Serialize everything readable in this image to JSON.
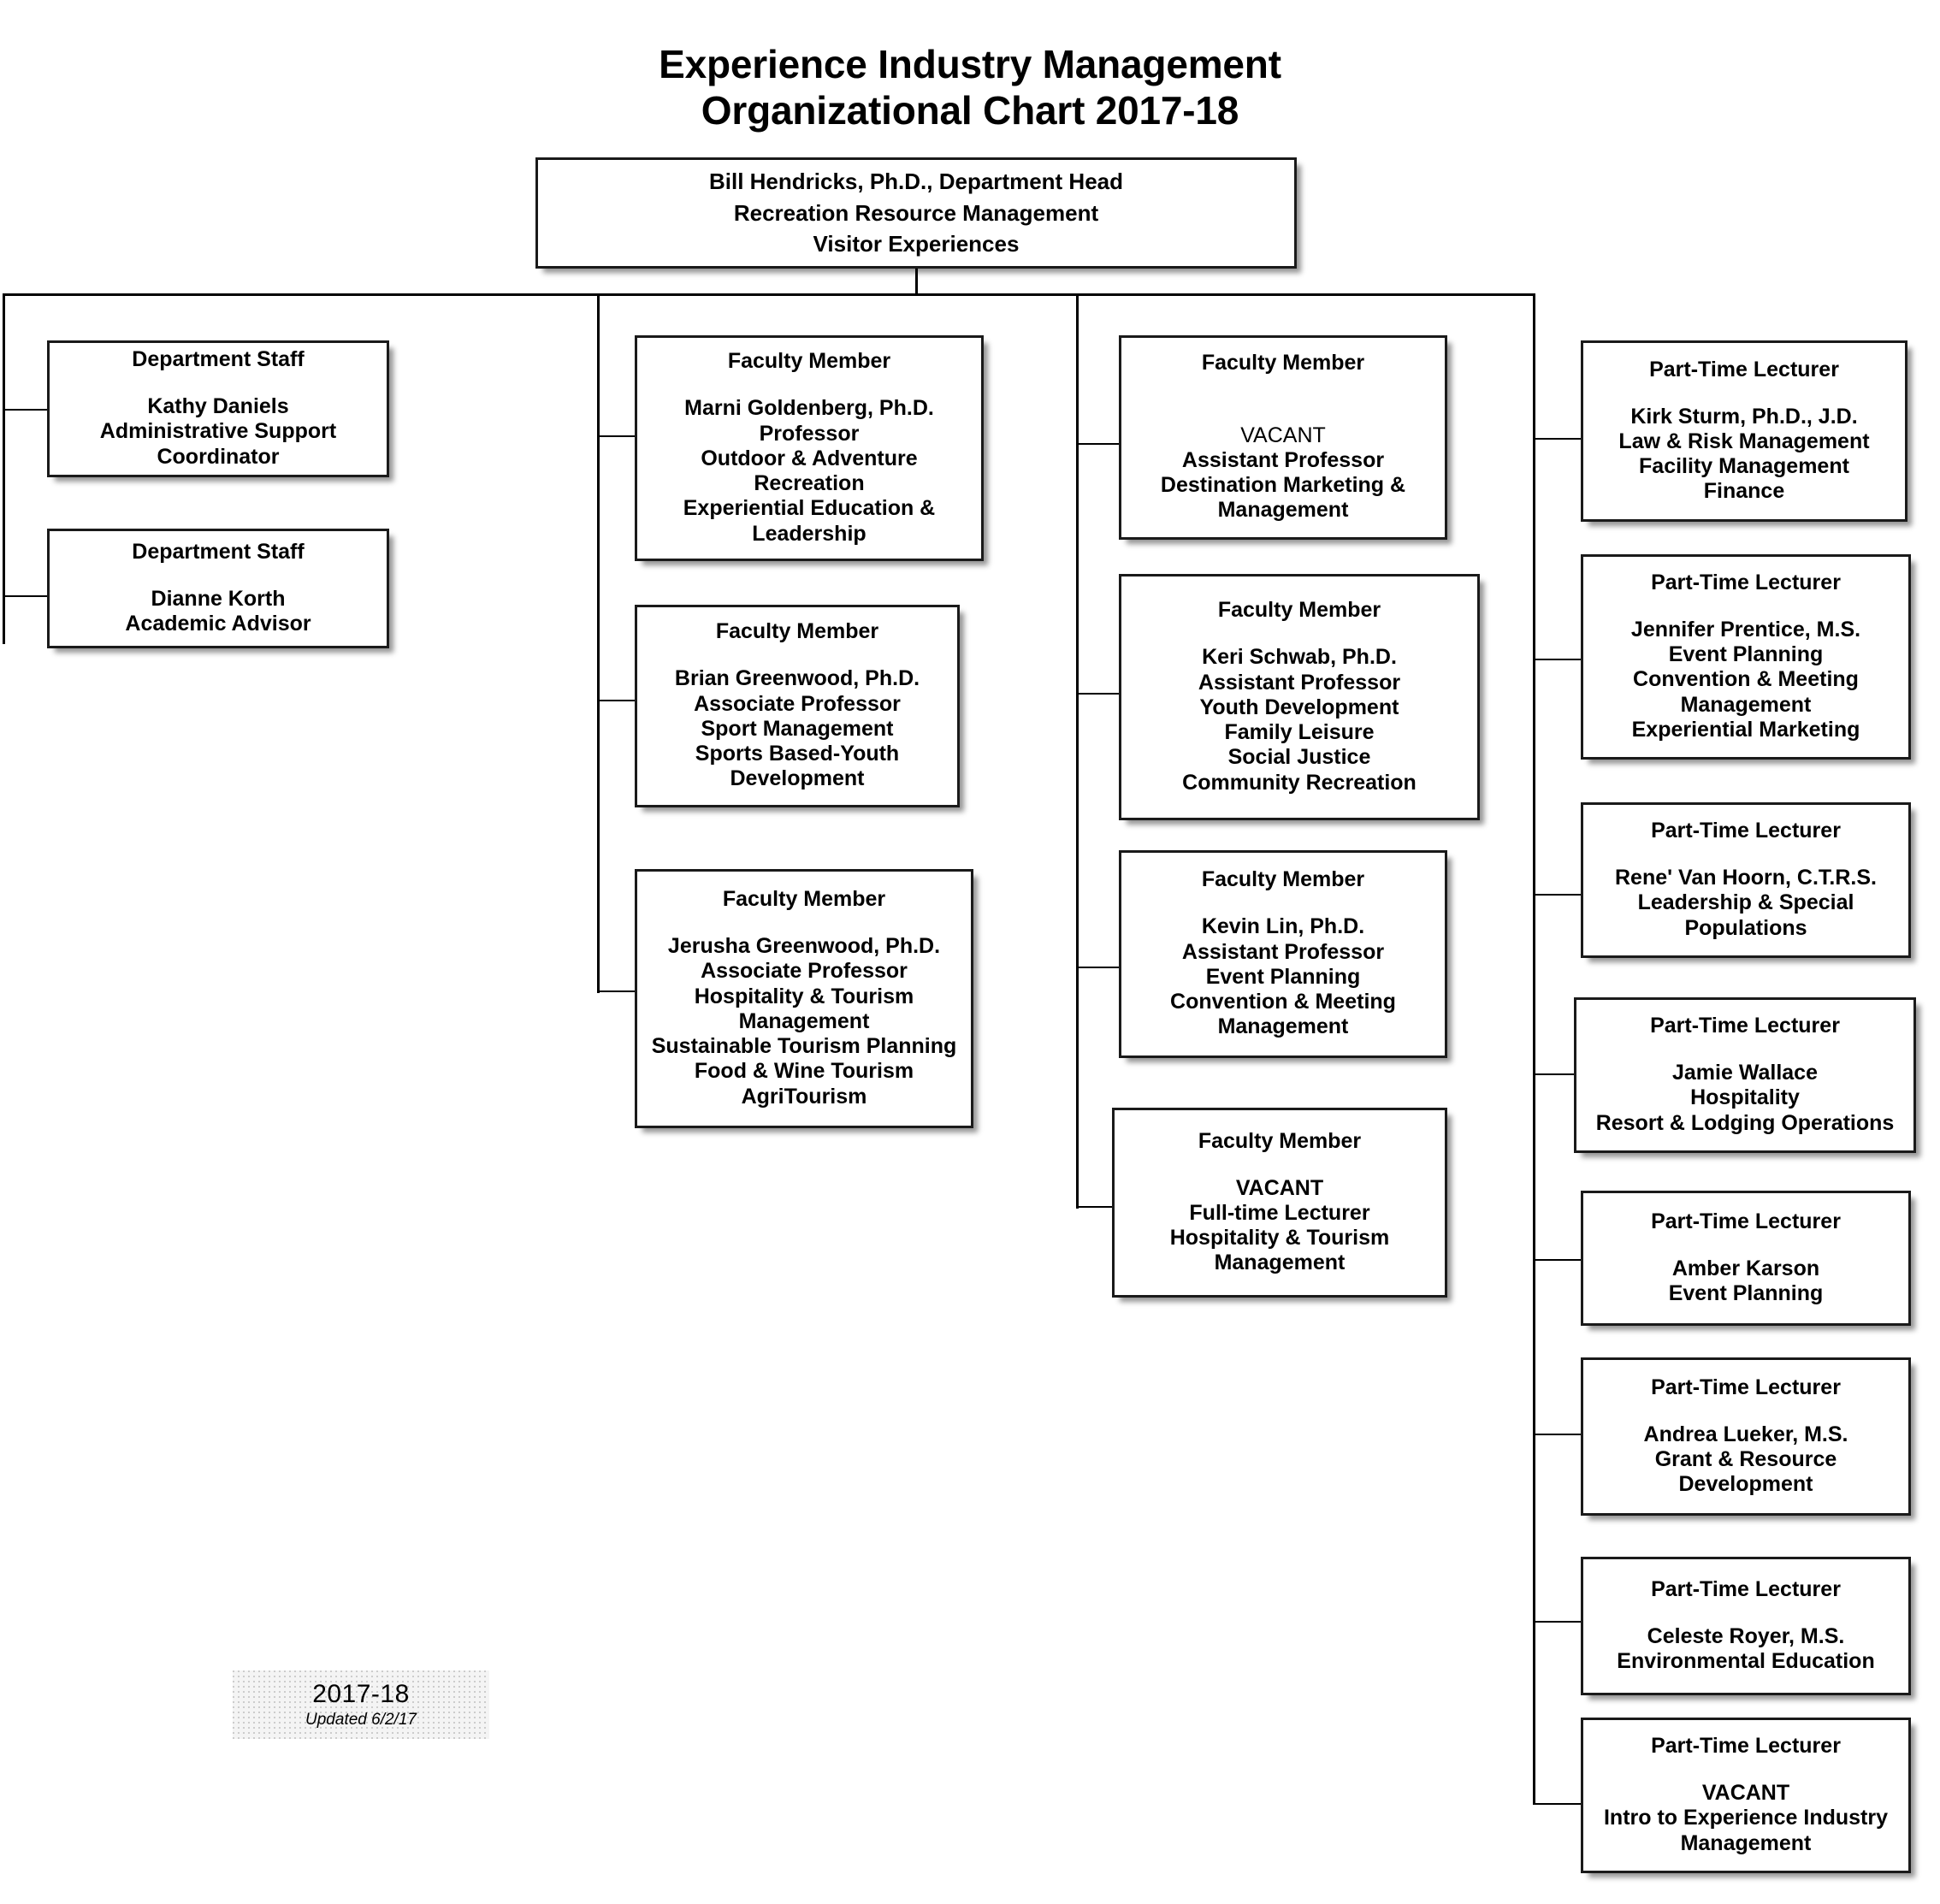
{
  "title": {
    "line1": "Experience Industry Management",
    "line2": "Organizational Chart 2017-18"
  },
  "root": {
    "text": "Bill Hendricks, Ph.D., Department Head\nRecreation Resource Management\nVisitor Experiences"
  },
  "columns": {
    "staff": {
      "nodes": [
        {
          "role": "Department Staff",
          "detail": "Kathy Daniels\nAdministrative Support\nCoordinator"
        },
        {
          "role": "Department Staff",
          "detail": "Dianne Korth\nAcademic Advisor"
        }
      ]
    },
    "faculty_left": {
      "nodes": [
        {
          "role": "Faculty Member",
          "detail": "Marni Goldenberg, Ph.D.\nProfessor\nOutdoor & Adventure\nRecreation\nExperiential Education &\nLeadership"
        },
        {
          "role": "Faculty Member",
          "detail": "Brian Greenwood, Ph.D.\nAssociate Professor\nSport Management\nSports Based-Youth\nDevelopment"
        },
        {
          "role": "Faculty Member",
          "detail": "Jerusha Greenwood, Ph.D.\nAssociate Professor\nHospitality & Tourism\nManagement\nSustainable Tourism Planning\nFood & Wine Tourism\nAgriTourism"
        }
      ]
    },
    "faculty_right": {
      "nodes": [
        {
          "role": "Faculty Member",
          "vacant": "VACANT",
          "detail": "Assistant Professor\nDestination Marketing &\nManagement"
        },
        {
          "role": "Faculty Member",
          "detail": "Keri Schwab, Ph.D.\nAssistant Professor\nYouth Development\nFamily Leisure\nSocial Justice\nCommunity Recreation"
        },
        {
          "role": "Faculty Member",
          "detail": "Kevin Lin, Ph.D.\nAssistant Professor\nEvent Planning\nConvention & Meeting\nManagement"
        },
        {
          "role": "Faculty Member",
          "detail": "VACANT\nFull-time Lecturer\nHospitality & Tourism\nManagement"
        }
      ]
    },
    "lecturers": {
      "nodes": [
        {
          "role": "Part-Time Lecturer",
          "detail": "Kirk Sturm, Ph.D., J.D.\nLaw & Risk Management\nFacility Management\nFinance"
        },
        {
          "role": "Part-Time Lecturer",
          "detail": "Jennifer Prentice, M.S.\nEvent Planning\nConvention & Meeting\nManagement\nExperiential Marketing"
        },
        {
          "role": "Part-Time Lecturer",
          "detail": "Rene' Van Hoorn, C.T.R.S.\nLeadership & Special\nPopulations"
        },
        {
          "role": "Part-Time Lecturer",
          "detail": "Jamie Wallace\nHospitality\nResort & Lodging Operations"
        },
        {
          "role": "Part-Time Lecturer",
          "detail": "Amber Karson\nEvent Planning"
        },
        {
          "role": "Part-Time Lecturer",
          "detail": "Andrea Lueker, M.S.\nGrant & Resource\nDevelopment"
        },
        {
          "role": "Part-Time Lecturer",
          "detail": "Celeste Royer, M.S.\nEnvironmental Education"
        },
        {
          "role": "Part-Time Lecturer",
          "detail": "VACANT\nIntro to Experience Industry\nManagement"
        }
      ]
    }
  },
  "footer": {
    "year": "2017-18",
    "updated": "Updated 6/2/17"
  }
}
